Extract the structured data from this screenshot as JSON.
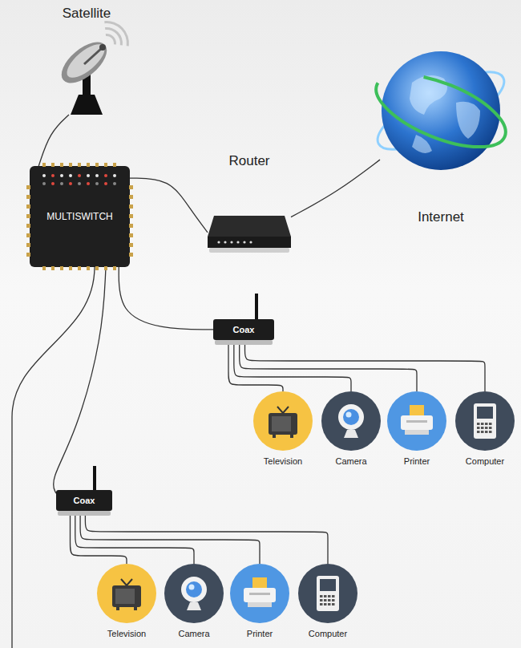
{
  "diagram": {
    "nodes": [
      {
        "text": [
          "Satellite"
        ]
      },
      {
        "text": [
          "MULTISWITCH"
        ]
      },
      {
        "text": [
          "Router"
        ]
      },
      {
        "text": [
          "Internet"
        ]
      },
      {
        "text": [
          "Coax"
        ]
      },
      {
        "text": [
          "Television"
        ]
      },
      {
        "text": [
          "Camera"
        ]
      },
      {
        "text": [
          "Printer"
        ]
      },
      {
        "text": [
          "Computer"
        ]
      },
      {
        "text": [
          "Coax"
        ]
      },
      {
        "text": [
          "Television"
        ]
      },
      {
        "text": [
          "Camera"
        ]
      },
      {
        "text": [
          "Printer"
        ]
      },
      {
        "text": [
          "Computer"
        ]
      }
    ],
    "edges": [
      {
        "from": 0,
        "to": 1,
        "arrow": "none"
      },
      {
        "from": 1,
        "to": 2,
        "arrow": "none"
      },
      {
        "from": 2,
        "to": 3,
        "arrow": "none"
      },
      {
        "from": 1,
        "to": 4,
        "arrow": "none"
      },
      {
        "from": 1,
        "to": 9,
        "arrow": "none"
      },
      {
        "from": 4,
        "to": 5,
        "arrow": "none"
      },
      {
        "from": 4,
        "to": 6,
        "arrow": "none"
      },
      {
        "from": 4,
        "to": 7,
        "arrow": "none"
      },
      {
        "from": 4,
        "to": 8,
        "arrow": "none"
      },
      {
        "from": 9,
        "to": 10,
        "arrow": "none"
      },
      {
        "from": 9,
        "to": 11,
        "arrow": "none"
      },
      {
        "from": 9,
        "to": 12,
        "arrow": "none"
      },
      {
        "from": 9,
        "to": 13,
        "arrow": "none"
      }
    ]
  }
}
